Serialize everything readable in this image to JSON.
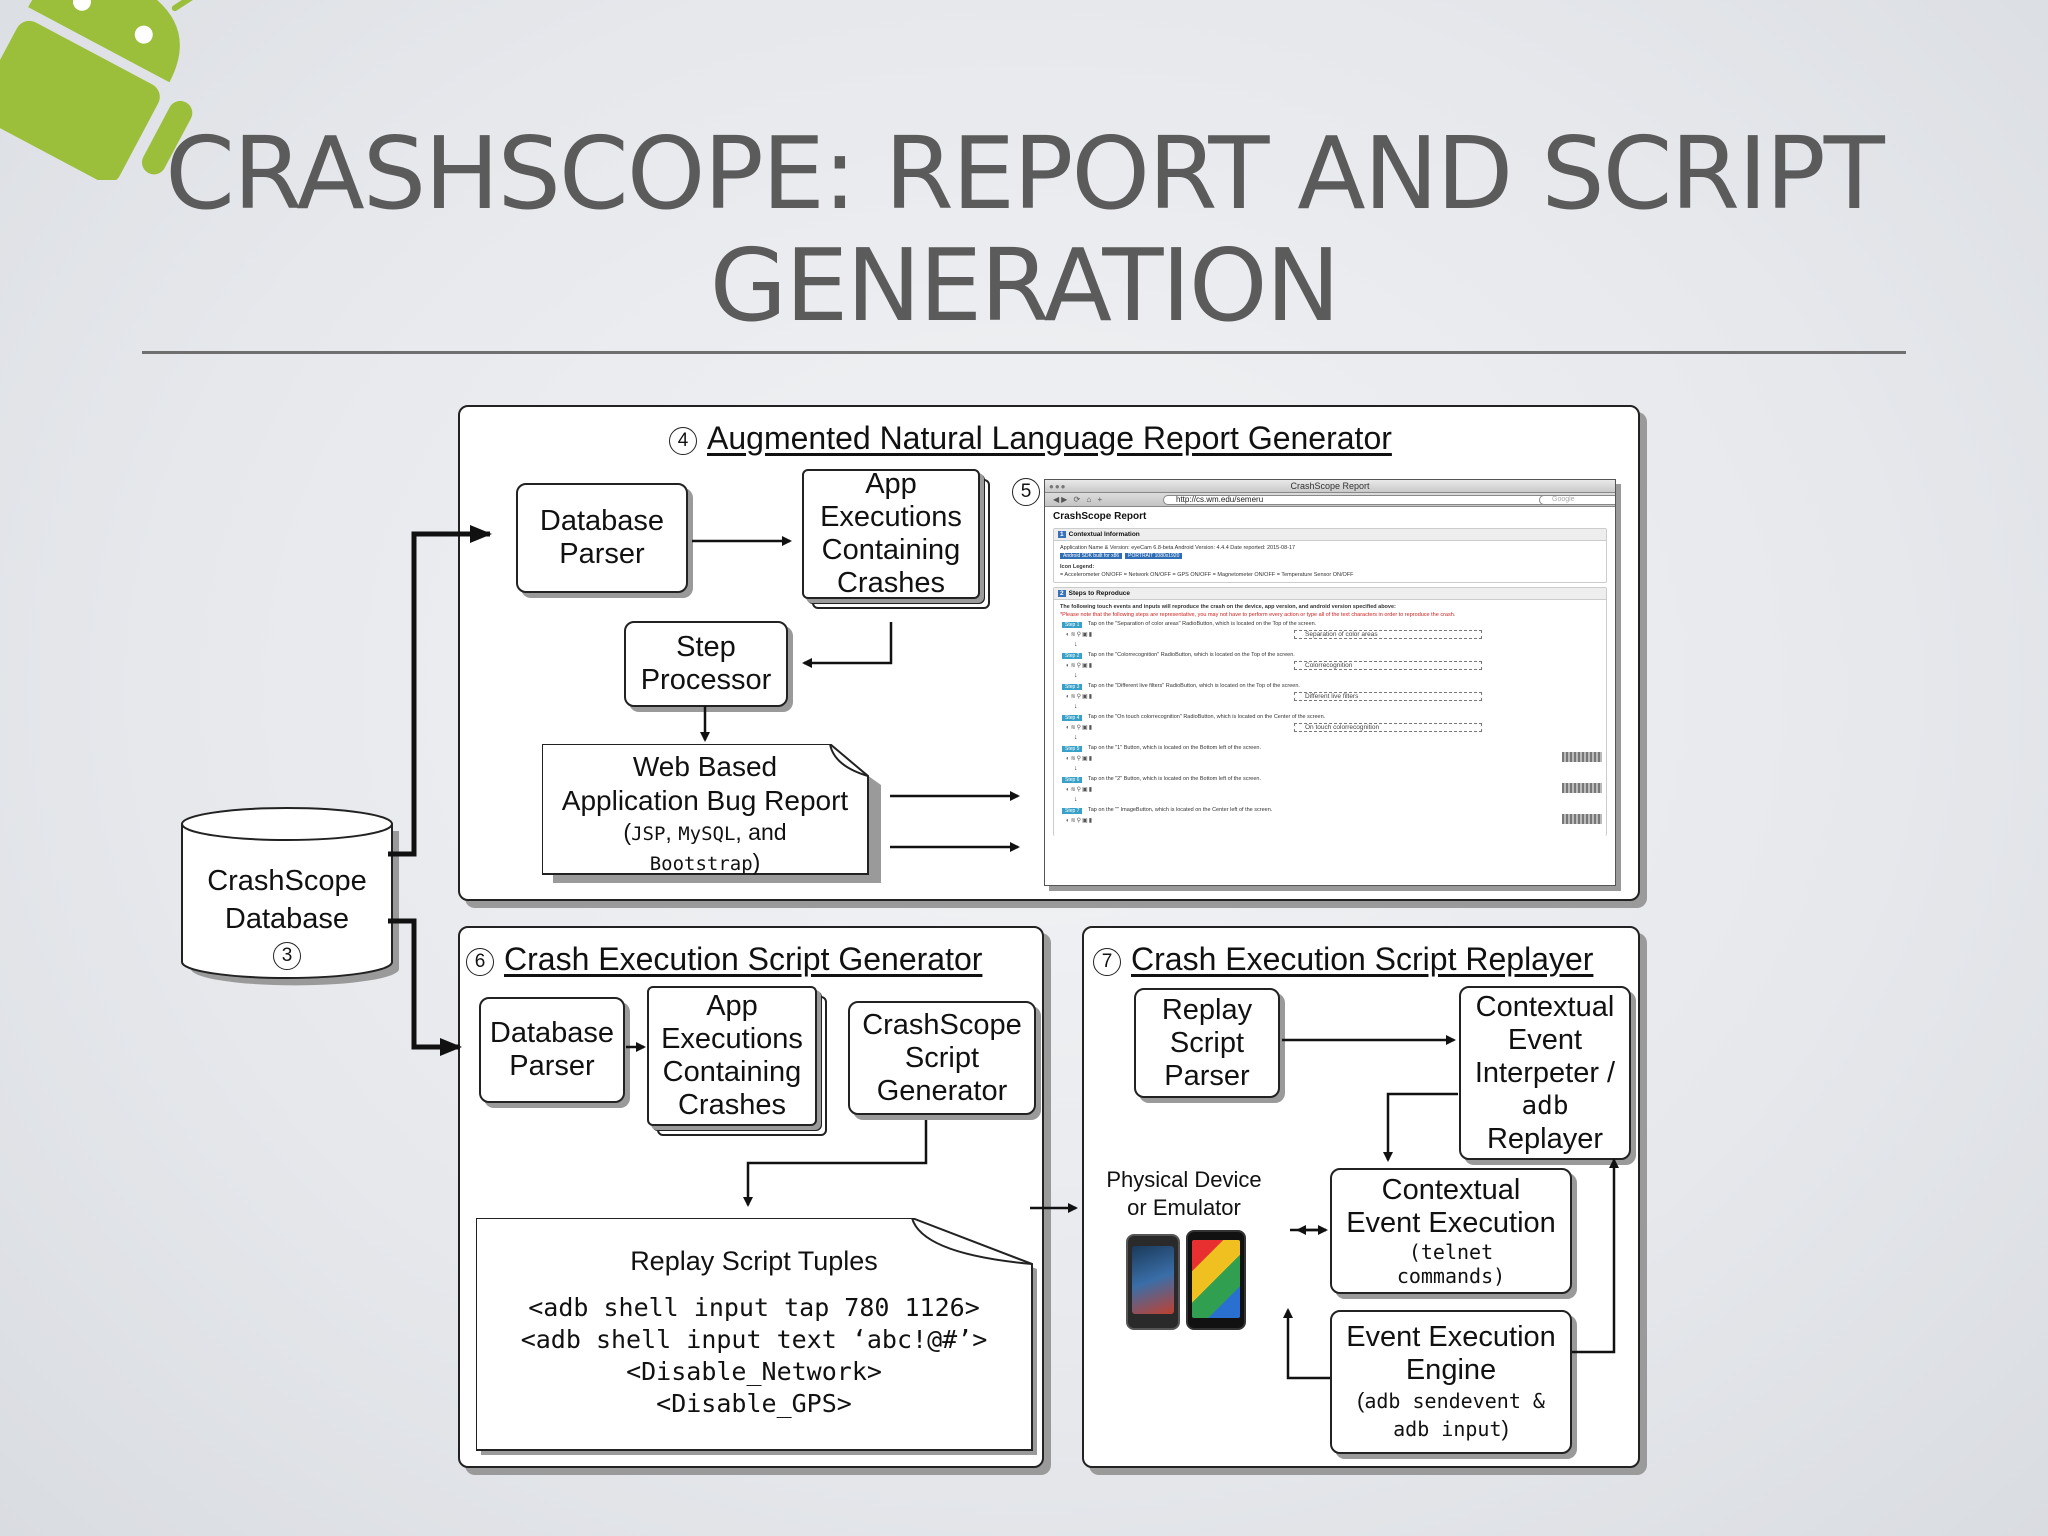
{
  "title": "CRASHSCOPE: REPORT AND SCRIPT GENERATION",
  "colors": {
    "background": "#e6e8ec",
    "title_text": "#5b5b5b",
    "android_green": "#9bbf3a",
    "report_badge_blue": "#2f6db5",
    "report_red_text": "#d02020"
  },
  "logo": {
    "icon": "android-robot-icon"
  },
  "database": {
    "line1": "CrashScope",
    "line2": "Database",
    "num": "3"
  },
  "panel4": {
    "num": "4",
    "title": "Augmented Natural Language Report Generator",
    "db_parser": "Database\nParser",
    "app_exec": "App\nExecutions\nContaining\nCrashes",
    "step_processor": "Step\nProcessor",
    "web_report": {
      "line1": "Web Based",
      "line2": "Application Bug Report",
      "paren_open": "(",
      "jsp": "JSP",
      "comma1": ", ",
      "mysql": "MySQL",
      "and": ", and",
      "bootstrap": "Bootstrap",
      "paren_close": ")"
    },
    "screenshot_num": "5"
  },
  "report": {
    "window_title": "CrashScope Report",
    "url": "http://cs.wm.edu/semeru",
    "search_placeholder": "Google",
    "heading": "CrashScope Report",
    "section1": {
      "num": "1",
      "title": "Contextual Information"
    },
    "app_info": "Application Name & Version: eyeCam 6.8-beta    Android Version: 4.4.4    Date reported: 2015-08-17",
    "badges": [
      "Android SDK built for x86",
      "PORTRAIT 1080x1920"
    ],
    "icon_legend_title": "Icon Legend:",
    "icon_legend": "= Accelerometer ON/OFF     = Network ON/OFF     = GPS ON/OFF     = Magnetometer ON/OFF     = Temperature Sensor ON/OFF",
    "section2": {
      "num": "2",
      "title": "Steps to Reproduce"
    },
    "intro": "The following touch events and inputs will reproduce the crash on the device, app version, and android version specified above:",
    "note": "*Please note that the following steps are representative, you may not have to perform every action or type all of the text characters in order to reproduce the crash.",
    "steps": [
      {
        "label": "Step 1",
        "text": "Tap on the \"Separation of color areas\" RadioButton, which is located on the Top of the screen.",
        "component": "Separation of color areas"
      },
      {
        "label": "Step 2",
        "text": "Tap on the \"Colorrecognition\" RadioButton, which is located on the Top of the screen.",
        "component": "Colorrecognition"
      },
      {
        "label": "Step 3",
        "text": "Tap on the \"Different live filters\" RadioButton, which is located on the Top of the screen.",
        "component": "Different live filters"
      },
      {
        "label": "Step 4",
        "text": "Tap on the \"On touch colorrecognition\" RadioButton, which is located on the Center of the screen.",
        "component": "On touch colorrecognition"
      },
      {
        "label": "Step 5",
        "text": "Tap on the \"1\" Button, which is located on the Bottom left of the screen.",
        "component": ""
      },
      {
        "label": "Step 6",
        "text": "Tap on the \"2\" Button, which is located on the Bottom left of the screen.",
        "component": ""
      },
      {
        "label": "Step 7",
        "text": "Tap on the \"\" ImageButton, which is located on the Center left of the screen.",
        "component": ""
      }
    ]
  },
  "panel6": {
    "num": "6",
    "title": "Crash Execution Script Generator",
    "db_parser": "Database\nParser",
    "app_exec": "App\nExecutions\nContaining\nCrashes",
    "script_gen": "CrashScope\nScript\nGenerator",
    "tuples_title": "Replay Script Tuples",
    "tuples": [
      "<adb shell input tap 780 1126>",
      "<adb shell input text ‘abc!@#’>",
      "<Disable_Network>",
      "<Disable_GPS>"
    ]
  },
  "panel7": {
    "num": "7",
    "title": "Crash Execution Script Replayer",
    "replay_parser": "Replay\nScript\nParser",
    "interp": {
      "l1": "Contextual",
      "l2": "Event",
      "l3": "Interpeter /",
      "adb": "adb",
      "l5": "Replayer"
    },
    "device": {
      "line1": "Physical Device",
      "line2": "or Emulator"
    },
    "ctx_exec": {
      "l1": "Contextual",
      "l2": "Event Execution",
      "l3": "(telnet",
      "l4": "commands)"
    },
    "engine": {
      "l1": "Event Execution",
      "l2": "Engine",
      "paren_open": "(",
      "adb": "adb",
      "sendevent": " sendevent &",
      "l4": "adb input",
      "paren_close": ")"
    }
  }
}
